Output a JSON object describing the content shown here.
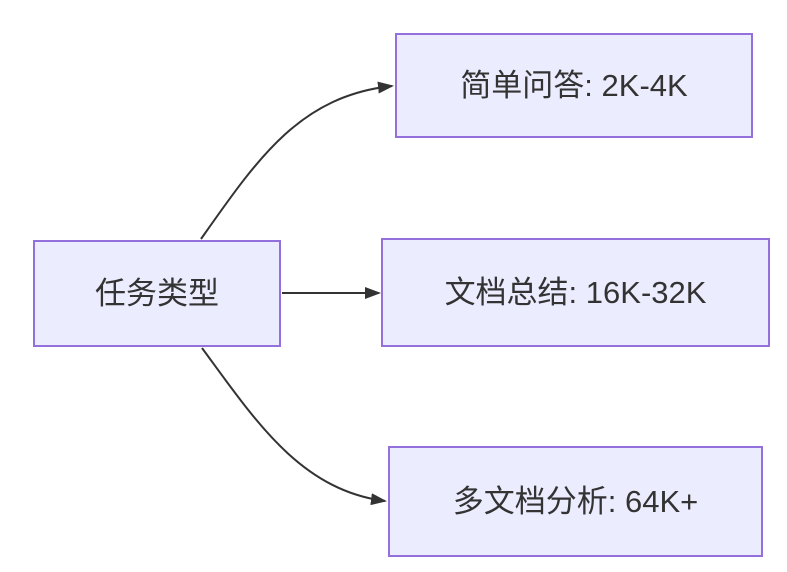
{
  "diagram": {
    "type": "flowchart-left-to-right",
    "nodes": [
      {
        "id": "root",
        "label": "任务类型"
      },
      {
        "id": "child1",
        "label": "简单问答: 2K-4K"
      },
      {
        "id": "child2",
        "label": "文档总结: 16K-32K"
      },
      {
        "id": "child3",
        "label": "多文档分析: 64K+"
      }
    ],
    "edges": [
      {
        "from": "任务类型",
        "to": "简单问答: 2K-4K"
      },
      {
        "from": "任务类型",
        "to": "文档总结: 16K-32K"
      },
      {
        "from": "任务类型",
        "to": "多文档分析: 64K+"
      }
    ],
    "colors": {
      "node_fill": "#ECECFF",
      "node_border": "#9370DB",
      "edge": "#333333",
      "text_color": "#333333",
      "background": "#FFFFFF"
    }
  }
}
